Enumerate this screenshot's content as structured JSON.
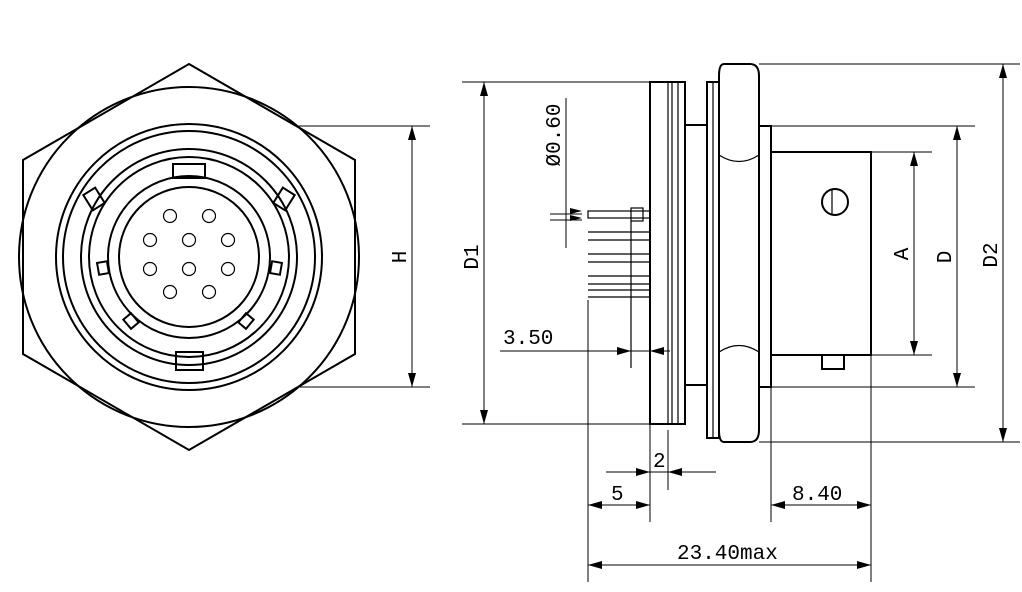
{
  "labels": {
    "h": "H",
    "d1": "D1",
    "phi": "Ø0.60",
    "a": "A",
    "d": "D",
    "d2": "D2",
    "dim_350": "3.50",
    "dim_2": "2",
    "dim_5": "5",
    "dim_840": "8.40",
    "dim_2340": "23.40max"
  },
  "colors": {
    "line": "#000000",
    "background": "#ffffff"
  }
}
